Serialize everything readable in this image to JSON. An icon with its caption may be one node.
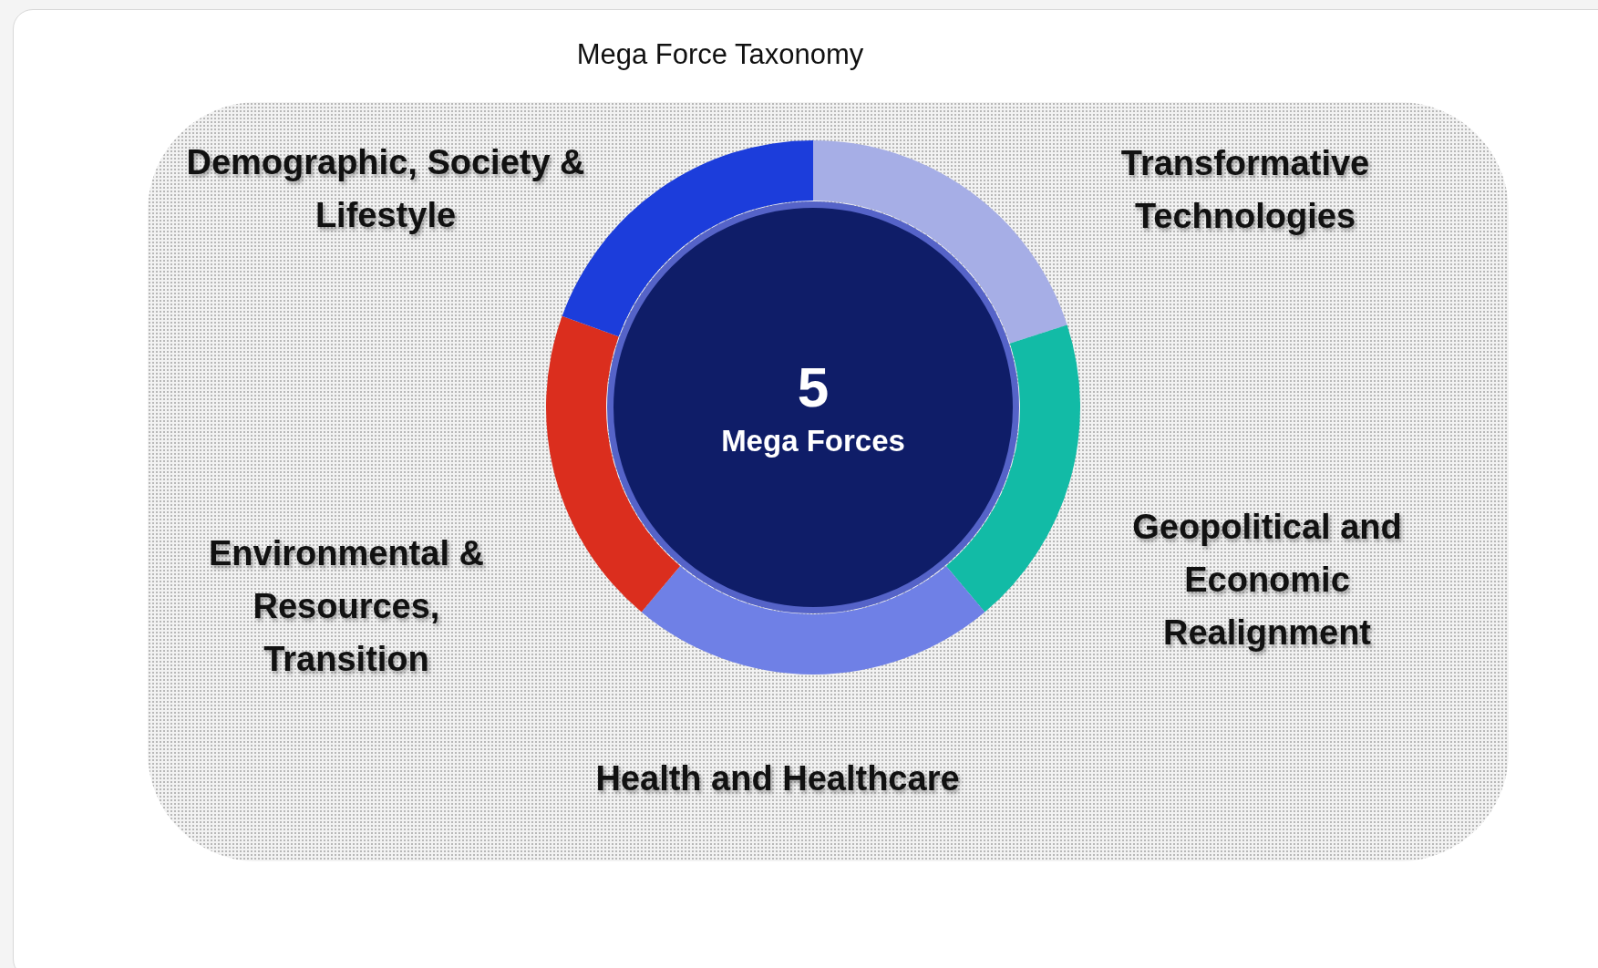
{
  "diagram": {
    "title": "Mega Force Taxonomy",
    "nodes": [
      {
        "text": [
          "5",
          "Mega Forces"
        ]
      },
      {
        "text": [],
        "shape": "arc",
        "beside": [
          "Transformative Technologies"
        ]
      },
      {
        "text": [],
        "shape": "arc",
        "beside": [
          "Geopolitical and Economic Realignment"
        ]
      },
      {
        "text": [],
        "shape": "arc",
        "beside": [
          "Health and Healthcare"
        ]
      },
      {
        "text": [],
        "shape": "arc",
        "beside": [
          "Environmental & Resources, Transition"
        ]
      },
      {
        "text": [],
        "shape": "arc",
        "beside": [
          "Demographic, Society & Lifestyle"
        ]
      }
    ]
  }
}
